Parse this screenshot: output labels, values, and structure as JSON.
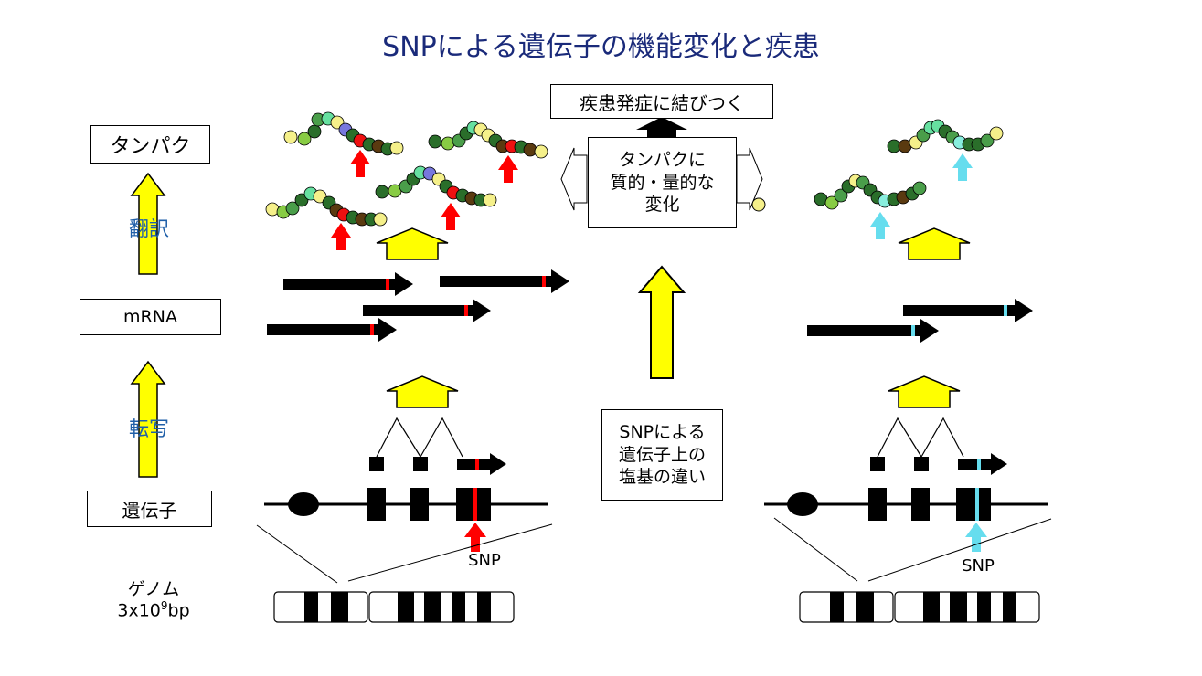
{
  "title": "SNPによる遺伝子の機能変化と疾患",
  "levels": {
    "protein": "タンパク",
    "translation": "翻訳",
    "mrna": "mRNA",
    "transcription": "転写",
    "gene": "遺伝子",
    "genome": "ゲノム",
    "genome_size_prefix": "3x10",
    "genome_size_exp": "9",
    "genome_size_suffix": "bp"
  },
  "boxes": {
    "disease": "疾患発症に結びつく",
    "protein_change": "タンパクに\n質的・量的な\n変化",
    "snp_diff": "SNPによる\n遺伝子上の\n塩基の違い"
  },
  "snp_label": "SNP",
  "colors": {
    "title": "#1a2a7a",
    "process_label": "#1f5fa8",
    "arrow_yellow": "#ffff00",
    "snp_red": "#ff0000",
    "snp_cyan": "#66ddee",
    "bead_red": "#ee1111",
    "bead_cyan": "#88eedd",
    "bead_blue": "#7777dd",
    "bead_darkgreen": "#2a6e2a",
    "bead_green": "#4a9e4a",
    "bead_lightgreen": "#88cc44",
    "bead_mint": "#66e0a0",
    "bead_yellow": "#f5f08a",
    "bead_brown": "#5a3a10"
  }
}
